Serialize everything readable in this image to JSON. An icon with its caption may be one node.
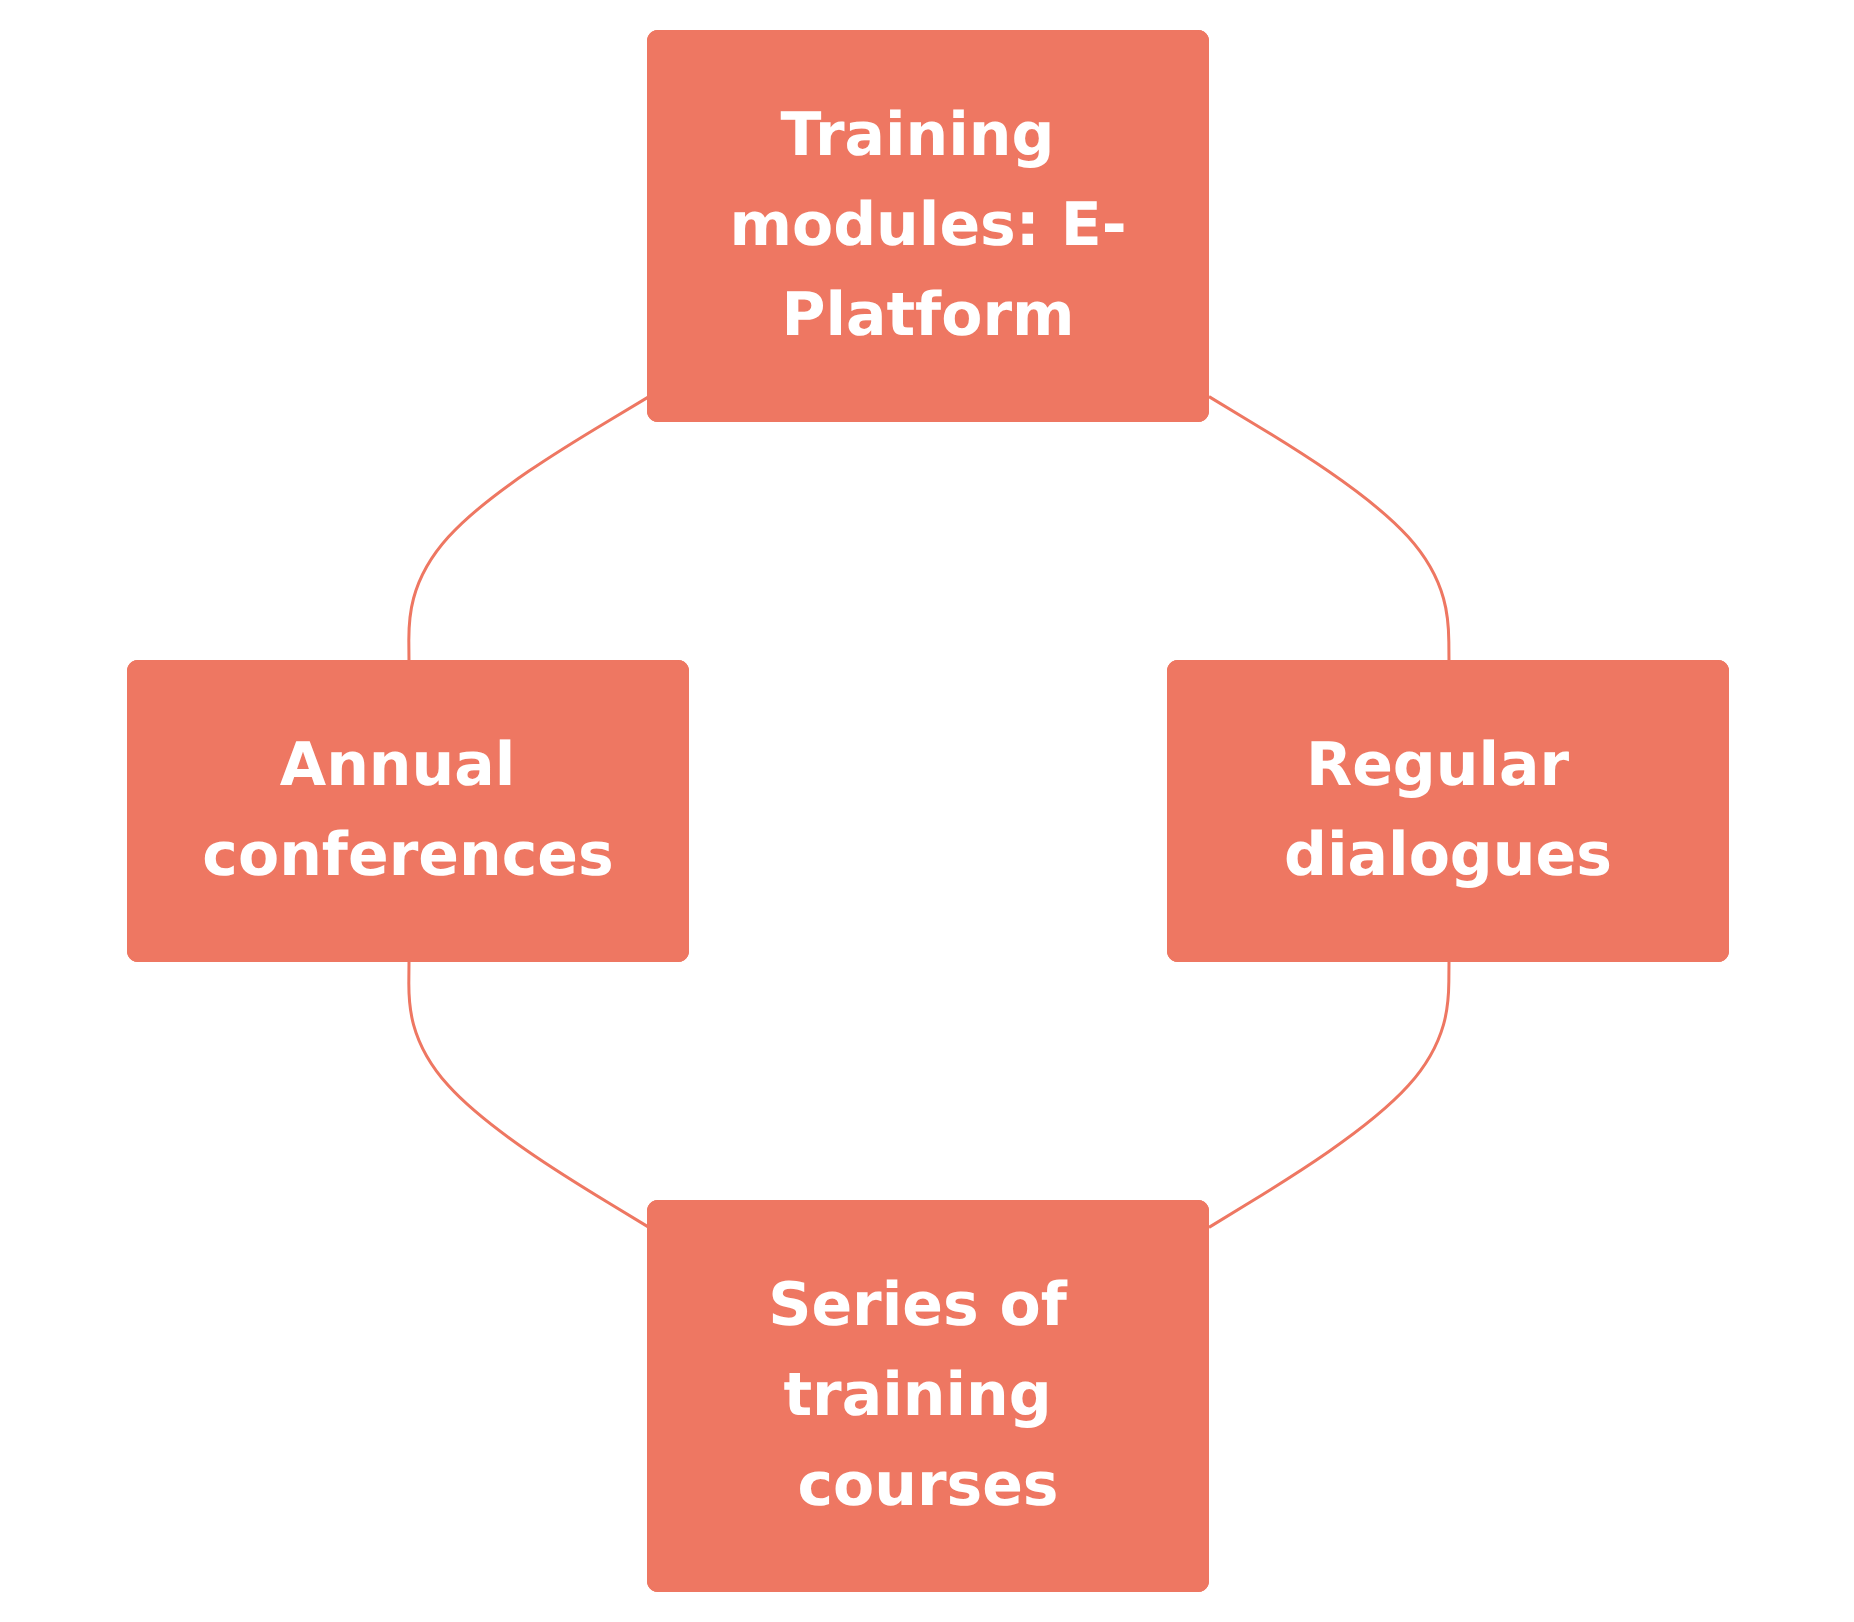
{
  "diagram": {
    "nodes": [
      {
        "text": [
          "Training modules: E-Platform"
        ]
      },
      {
        "text": [
          "Annual conferences"
        ]
      },
      {
        "text": [
          "Regular dialogues"
        ]
      },
      {
        "text": [
          "Series of training courses"
        ]
      }
    ],
    "edges": [
      {
        "from": 0,
        "to": 1,
        "arrow": "none"
      },
      {
        "from": 0,
        "to": 2,
        "arrow": "none"
      },
      {
        "from": 1,
        "to": 3,
        "arrow": "none"
      },
      {
        "from": 2,
        "to": 3,
        "arrow": "none"
      }
    ]
  }
}
